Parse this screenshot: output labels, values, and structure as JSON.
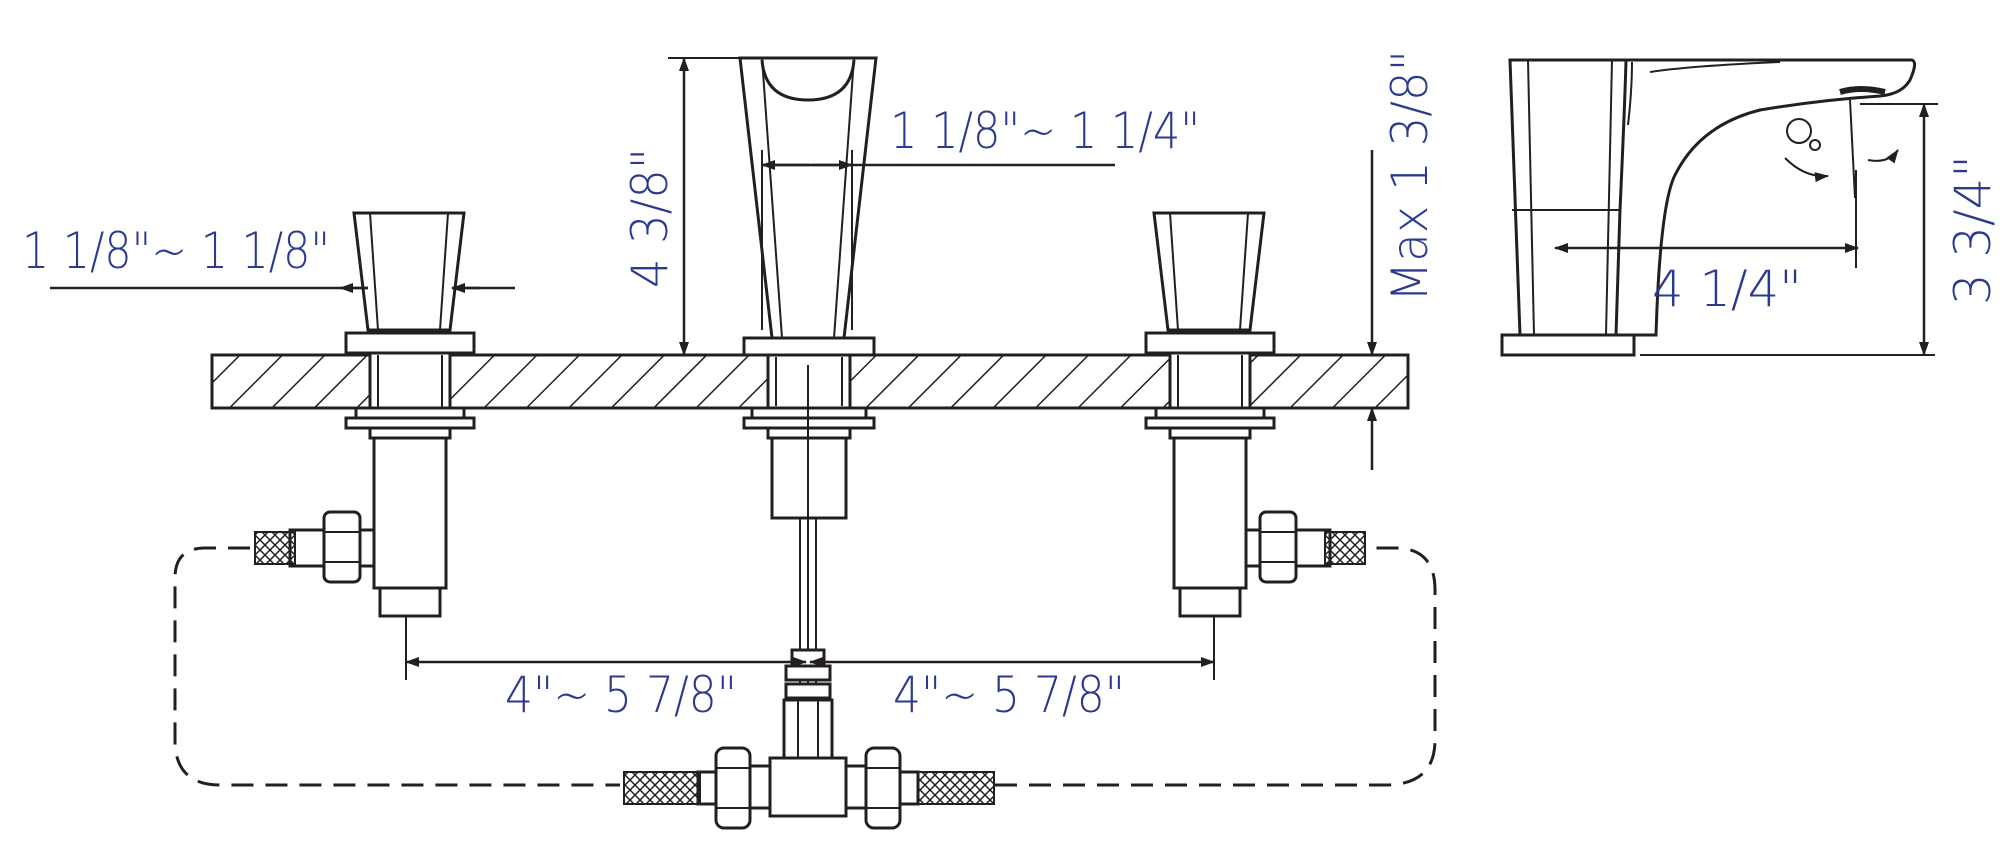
{
  "colors": {
    "line": "#231f20",
    "dimension_text": "#2b3990",
    "background": "#ffffff"
  },
  "dimensions": {
    "handle_width": "1 1/8\"~ 1 1/8\"",
    "spout_width": "1 1/8\"~ 1 1/4\"",
    "spout_height": "4 3/8\"",
    "max_deck": "Max 1 3/8\"",
    "spread_left": "4\"~ 5 7/8\"",
    "spread_right": "4\"~ 5 7/8\"",
    "spout_reach": "4 1/4\"",
    "side_height": "3 3/4\""
  }
}
